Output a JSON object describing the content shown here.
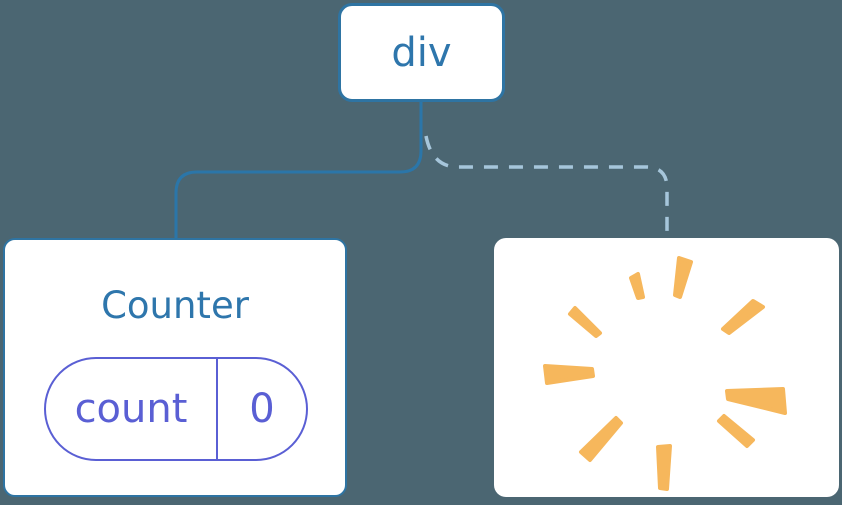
{
  "colors": {
    "background": "#4B6672",
    "card_white": "#FFFFFF",
    "node_border_blue": "#2E74A3",
    "node_text_blue": "#2E76AC",
    "edge_solid": "#2B76A9",
    "edge_dashed": "#A6C6DB",
    "state_purple": "#5A5FD4",
    "burst_orange": "#F6B75C"
  },
  "tree": {
    "root": {
      "label": "div"
    },
    "counter": {
      "title": "Counter",
      "state": {
        "key": "count",
        "value": "0"
      }
    },
    "removed_child": {
      "icon": "poof-burst-icon"
    }
  }
}
